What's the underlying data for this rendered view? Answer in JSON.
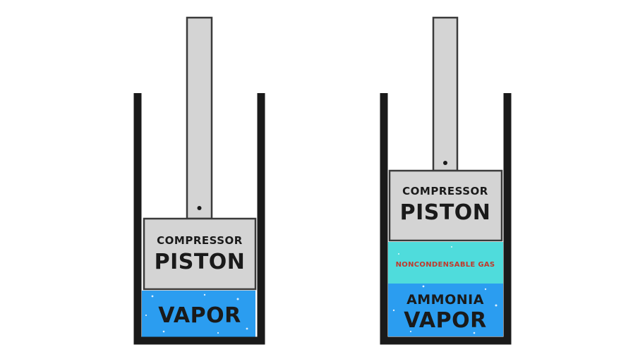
{
  "colors": {
    "wall": "#1a1a1a",
    "piston": "#d4d4d4",
    "piston_border": "#3a3a3a",
    "vapor": "#2b9df0",
    "noncondensable_gas": "#4fdcdc",
    "gas_label": "#c0392b"
  },
  "left_cylinder": {
    "piston_label_line1": "COMPRESSOR",
    "piston_label_line2": "PISTON",
    "vapor_label": "VAPOR"
  },
  "right_cylinder": {
    "piston_label_line1": "COMPRESSOR",
    "piston_label_line2": "PISTON",
    "gas_label": "NONCONDENSABLE GAS",
    "vapor_label_line1": "AMMONIA",
    "vapor_label_line2": "VAPOR"
  }
}
